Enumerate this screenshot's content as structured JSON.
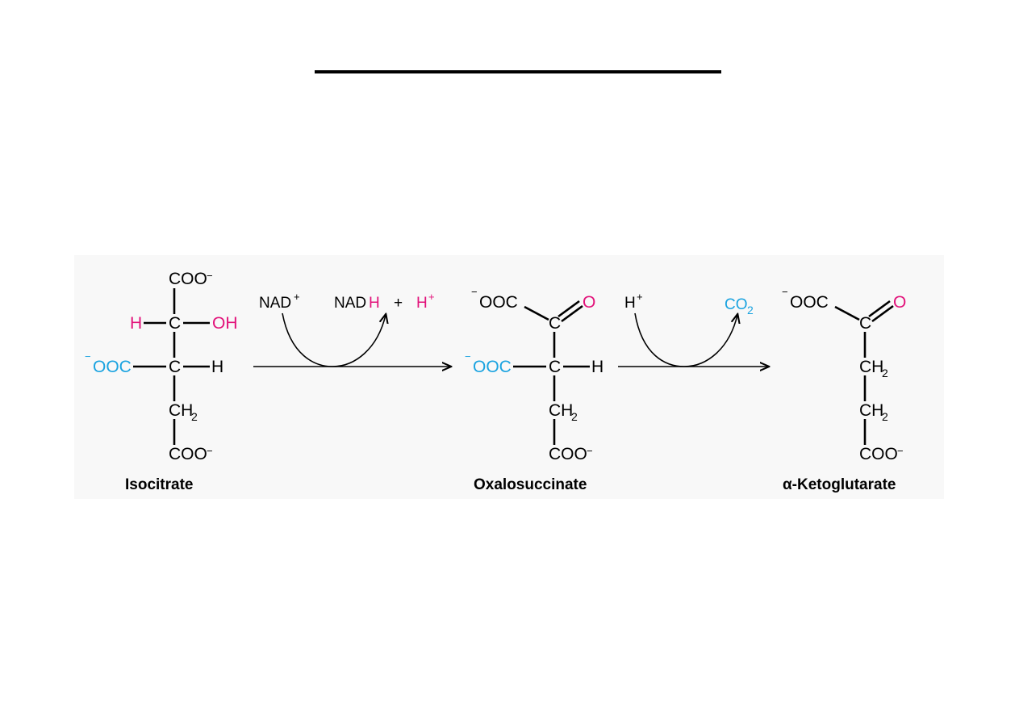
{
  "colors": {
    "black": "#000000",
    "magenta": "#e2127a",
    "cyan": "#1aa3e0",
    "panel": "#f8f8f8"
  },
  "labels": {
    "isocitrate": "Isocitrate",
    "oxalosuccinate": "Oxalosuccinate",
    "alpha_ketoglutarate": "α-Ketoglutarate"
  },
  "reaction1": {
    "nad_plus": "NAD",
    "plus_sign_sup": "+",
    "nadh_prefix": "NAD",
    "nadh_h": "H",
    "plus": "+",
    "h_plus": "H",
    "h_plus_sup": "+"
  },
  "reaction2": {
    "h_plus": "H",
    "h_plus_sup": "+",
    "co2": "CO",
    "co2_sub": "2"
  },
  "atoms": {
    "coo_minus": "COO",
    "minus": "−",
    "ooc": "OOC",
    "c": "C",
    "h": "H",
    "oh": "OH",
    "o": "O",
    "ch2": "CH",
    "two": "2"
  }
}
